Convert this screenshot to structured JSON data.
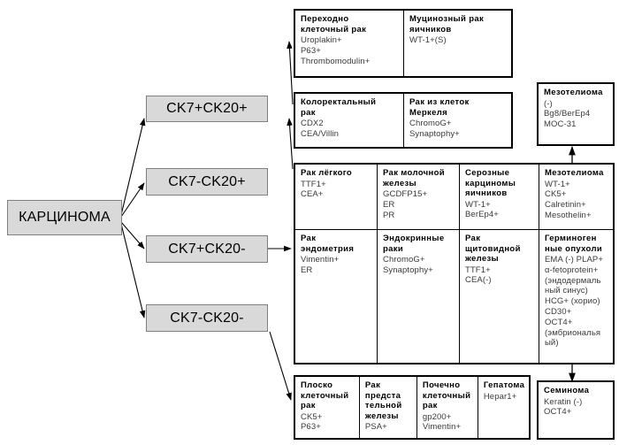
{
  "diagram": {
    "root": {
      "label": "КАРЦИНОМА"
    },
    "branches": [
      {
        "label": "CK7+CK20+"
      },
      {
        "label": "CK7-CK20+"
      },
      {
        "label": "CK7+CK20-"
      },
      {
        "label": "CK7-CK20-"
      }
    ],
    "panel_ck7p_ck20p": {
      "cells": [
        {
          "title": "Переходно\nклеточный рак",
          "markers": "Uroplakin+\nP63+\nThrombomodulin+"
        },
        {
          "title": "Муцинозный рак\nяичников",
          "markers": "WT-1+(S)"
        }
      ]
    },
    "panel_ck7n_ck20p": {
      "cells": [
        {
          "title": "Колоректальный\nрак",
          "markers": "CDX2\nCEA/Villin"
        },
        {
          "title": "Рак из клеток\nМеркеля",
          "markers": "ChromoG+\nSynaptophy+"
        }
      ]
    },
    "panel_main": {
      "row1": [
        {
          "title": "Рак лёгкого",
          "markers": "TTF1+\nCEA+"
        },
        {
          "title": "Рак молочной\nжелезы",
          "markers": "GCDFP15+\nER\nPR"
        },
        {
          "title": "Серозные\nкарциномы\nяичников",
          "markers": "WT-1+\nBerEp4+"
        },
        {
          "title": "Мезотелиома",
          "markers": "WT-1+\nCK5+\nCalretinin+\nMesothelin+"
        }
      ],
      "row2": [
        {
          "title": "Рак\nэндометрия",
          "markers": "Vimentin+\nER"
        },
        {
          "title": "Эндокринные\nраки",
          "markers": "ChromoG+\nSynaptophy+"
        },
        {
          "title": "Рак\nщитовидной\nжелезы",
          "markers": "TTF1+\nCEA(-)"
        },
        {
          "title": "Герминоген\nные опухоли",
          "markers": "EMA (-) PLAP+\nα-fetoprotein+\n(эндодермаль\nный синус)\nHCG+ (хорио)\nCD30+\nOCT4+\n(эмбриональя\nый)"
        }
      ]
    },
    "panel_bottom": {
      "cells": [
        {
          "title": "Плоско\nклеточный\nрак",
          "markers": "CK5+\nP63+"
        },
        {
          "title": "Рак\nпредста\nтельной\nжелезы",
          "markers": "PSA+"
        },
        {
          "title": "Почечно\nклеточный\nрак",
          "markers": "gp200+\nVimentin+"
        },
        {
          "title": "Гепатома",
          "markers": "Hepar1+"
        }
      ]
    },
    "panel_mesothelioma": {
      "title": "Мезотелиома",
      "markers": "(-)\nBg8/BerEp4\nMOC-31"
    },
    "panel_seminoma": {
      "title": "Семинома",
      "markers": "Keratin (-)\nOCT4+"
    }
  },
  "colors": {
    "box_fill": "#d9d9d9",
    "box_border": "#808080",
    "panel_border": "#000000",
    "marker_text": "#3a3a3a",
    "title_text": "#000000",
    "background": "#ffffff"
  }
}
